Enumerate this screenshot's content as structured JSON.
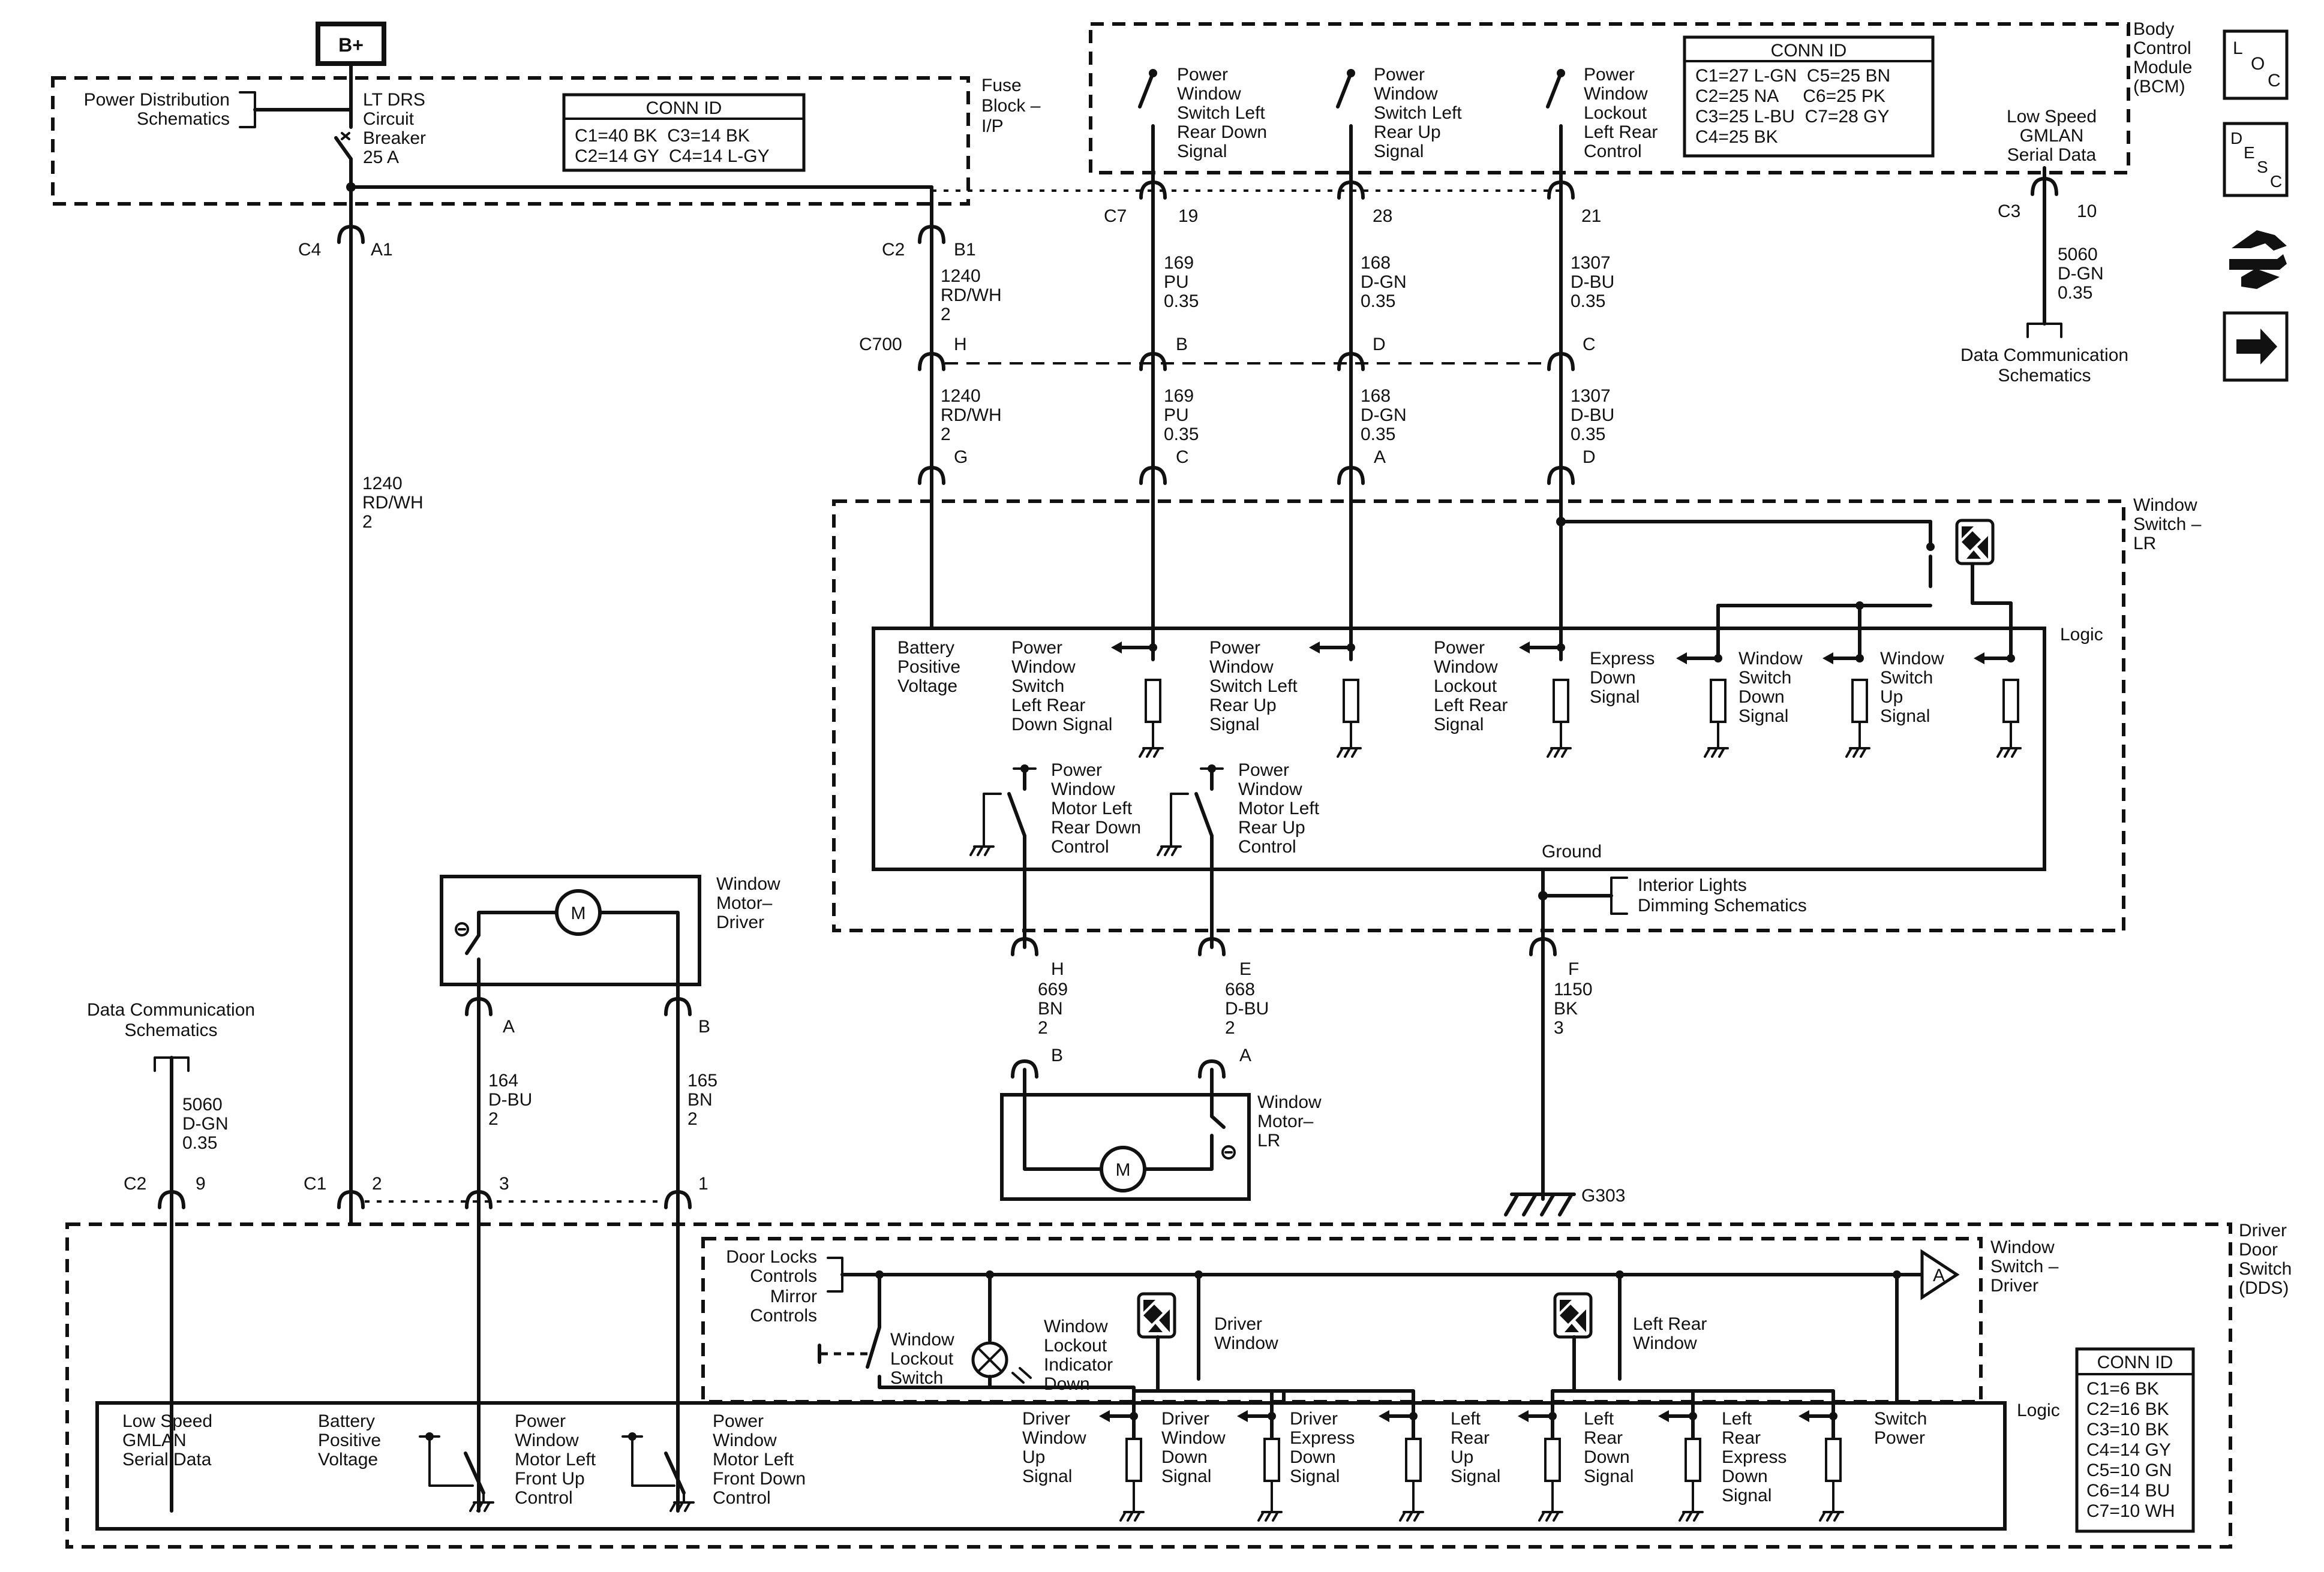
{
  "supply": {
    "bplus": "B+",
    "power_distribution": [
      "Power Distribution",
      "Schematics"
    ],
    "breaker": [
      "LT DRS",
      "Circuit",
      "Breaker",
      "25 A"
    ],
    "fuse_block": [
      "Fuse",
      "Block –",
      "I/P"
    ],
    "conn_table": {
      "title": "CONN ID",
      "rows": [
        "C1=40 BK  C3=14 BK",
        "C2=14 GY  C4=14 L-GY"
      ]
    }
  },
  "bcm": {
    "title": [
      "Body",
      "Control",
      "Module",
      "(BCM)"
    ],
    "switches": [
      [
        "Power",
        "Window",
        "Switch Left",
        "Rear Down",
        "Signal"
      ],
      [
        "Power",
        "Window",
        "Switch Left",
        "Rear Up",
        "Signal"
      ],
      [
        "Power",
        "Window",
        "Lockout",
        "Left Rear",
        "Control"
      ]
    ],
    "serial_data": [
      "Low Speed",
      "GMLAN",
      "Serial Data"
    ],
    "conn_table": {
      "title": "CONN ID",
      "rows": [
        "C1=27 L-GN  C5=25 BN",
        "C2=25 NA     C6=25 PK",
        "C3=25 L-BU  C7=28 GY",
        "C4=25 BK"
      ]
    }
  },
  "data_comm": [
    "Data Communication",
    "Schematics"
  ],
  "connectors": {
    "c4": "C4",
    "a1": "A1",
    "c2": "C2",
    "b1": "B1",
    "c7": "C7",
    "pin19": "19",
    "pin28": "28",
    "pin21": "21",
    "c3": "C3",
    "pin10": "10",
    "c700": "C700",
    "h": "H",
    "b": "B",
    "d": "D",
    "c": "C",
    "g": "G",
    "pc": "C",
    "pa": "A",
    "pd": "D",
    "sh": "H",
    "se": "E",
    "sf": "F",
    "mb": "B",
    "ma": "A",
    "dma": "A",
    "dmb": "B",
    "dc2": "C2",
    "d9": "9",
    "dc1": "C1",
    "d2": "2",
    "d3": "3",
    "d1": "1"
  },
  "wires": {
    "w1240_a": [
      "1240",
      "RD/WH",
      "2"
    ],
    "w1240_b": [
      "1240",
      "RD/WH",
      "2"
    ],
    "w1240_c": [
      "1240",
      "RD/WH",
      "2"
    ],
    "w169_a": [
      "169",
      "PU",
      "0.35"
    ],
    "w169_b": [
      "169",
      "PU",
      "0.35"
    ],
    "w168_a": [
      "168",
      "D-GN",
      "0.35"
    ],
    "w168_b": [
      "168",
      "D-GN",
      "0.35"
    ],
    "w1307_a": [
      "1307",
      "D-BU",
      "0.35"
    ],
    "w1307_b": [
      "1307",
      "D-BU",
      "0.35"
    ],
    "w5060_a": [
      "5060",
      "D-GN",
      "0.35"
    ],
    "w5060_b": [
      "5060",
      "D-GN",
      "0.35"
    ],
    "w669": [
      "669",
      "BN",
      "2"
    ],
    "w668": [
      "668",
      "D-BU",
      "2"
    ],
    "w1150": [
      "1150",
      "BK",
      "3"
    ],
    "w164": [
      "164",
      "D-BU",
      "2"
    ],
    "w165": [
      "165",
      "BN",
      "2"
    ]
  },
  "lr_switch": {
    "title": [
      "Window",
      "Switch –",
      "LR"
    ],
    "logic": "Logic",
    "battery": [
      "Battery",
      "Positive",
      "Voltage"
    ],
    "signals": [
      [
        "Power",
        "Window",
        "Switch",
        "Left Rear",
        "Down Signal"
      ],
      [
        "Power",
        "Window",
        "Switch Left",
        "Rear Up",
        "Signal"
      ],
      [
        "Power",
        "Window",
        "Lockout",
        "Left Rear",
        "Signal"
      ],
      [
        "Express",
        "Down",
        "Signal"
      ],
      [
        "Window",
        "Switch",
        "Down",
        "Signal"
      ],
      [
        "Window",
        "Switch",
        "Up",
        "Signal"
      ]
    ],
    "motor_controls": [
      [
        "Power",
        "Window",
        "Motor Left",
        "Rear Down",
        "Control"
      ],
      [
        "Power",
        "Window",
        "Motor Left",
        "Rear Up",
        "Control"
      ]
    ],
    "ground": "Ground",
    "interior_lights": [
      "Interior Lights",
      "Dimming Schematics"
    ]
  },
  "motor_lr": {
    "title": [
      "Window",
      "Motor–",
      "LR"
    ],
    "m": "M"
  },
  "motor_driver": {
    "title": [
      "Window",
      "Motor–",
      "Driver"
    ],
    "m": "M"
  },
  "ground_label": "G303",
  "dds": {
    "title": [
      "Driver",
      "Door",
      "Switch",
      "(DDS)"
    ],
    "switch_title": [
      "Window",
      "Switch –",
      "Driver"
    ],
    "logic": "Logic",
    "door_locks": [
      "Door Locks",
      "Controls"
    ],
    "mirror": [
      "Mirror",
      "Controls"
    ],
    "lockout_switch": [
      "Window",
      "Lockout",
      "Switch"
    ],
    "lockout_indicator": [
      "Window",
      "Lockout",
      "Indicator",
      "Down"
    ],
    "driver_window": [
      "Driver",
      "Window"
    ],
    "left_rear_window": [
      "Left Rear",
      "Window"
    ],
    "amp": "A",
    "serial": [
      "Low Speed",
      "GMLAN",
      "Serial Data"
    ],
    "battery": [
      "Battery",
      "Positive",
      "Voltage"
    ],
    "motor_up": [
      "Power",
      "Window",
      "Motor Left",
      "Front Up",
      "Control"
    ],
    "motor_down": [
      "Power",
      "Window",
      "Motor Left",
      "Front Down",
      "Control"
    ],
    "signals": [
      [
        "Driver",
        "Window",
        "Up",
        "Signal"
      ],
      [
        "Driver",
        "Window",
        "Down",
        "Signal"
      ],
      [
        "Driver",
        "Express",
        "Down",
        "Signal"
      ],
      [
        "Left",
        "Rear",
        "Up",
        "Signal"
      ],
      [
        "Left",
        "Rear",
        "Down",
        "Signal"
      ],
      [
        "Left",
        "Rear",
        "Express",
        "Down",
        "Signal"
      ]
    ],
    "switch_power": [
      "Switch",
      "Power"
    ],
    "conn_table": {
      "title": "CONN ID",
      "rows": [
        "C1=6 BK",
        "C2=16 BK",
        "C3=10 BK",
        "C4=14 GY",
        "C5=10 GN",
        "C6=14 BU",
        "C7=10 WH"
      ]
    }
  },
  "side_icons": {
    "loc": [
      "L",
      "O",
      "C"
    ],
    "desc": [
      "D",
      "E",
      "S",
      "C"
    ]
  },
  "icons": [
    "loc-icon",
    "desc-icon",
    "harness-icon",
    "next-arrow-icon",
    "window-switch-icon",
    "lamp-icon",
    "amplifier-icon",
    "motor-icon",
    "ground-icon"
  ]
}
